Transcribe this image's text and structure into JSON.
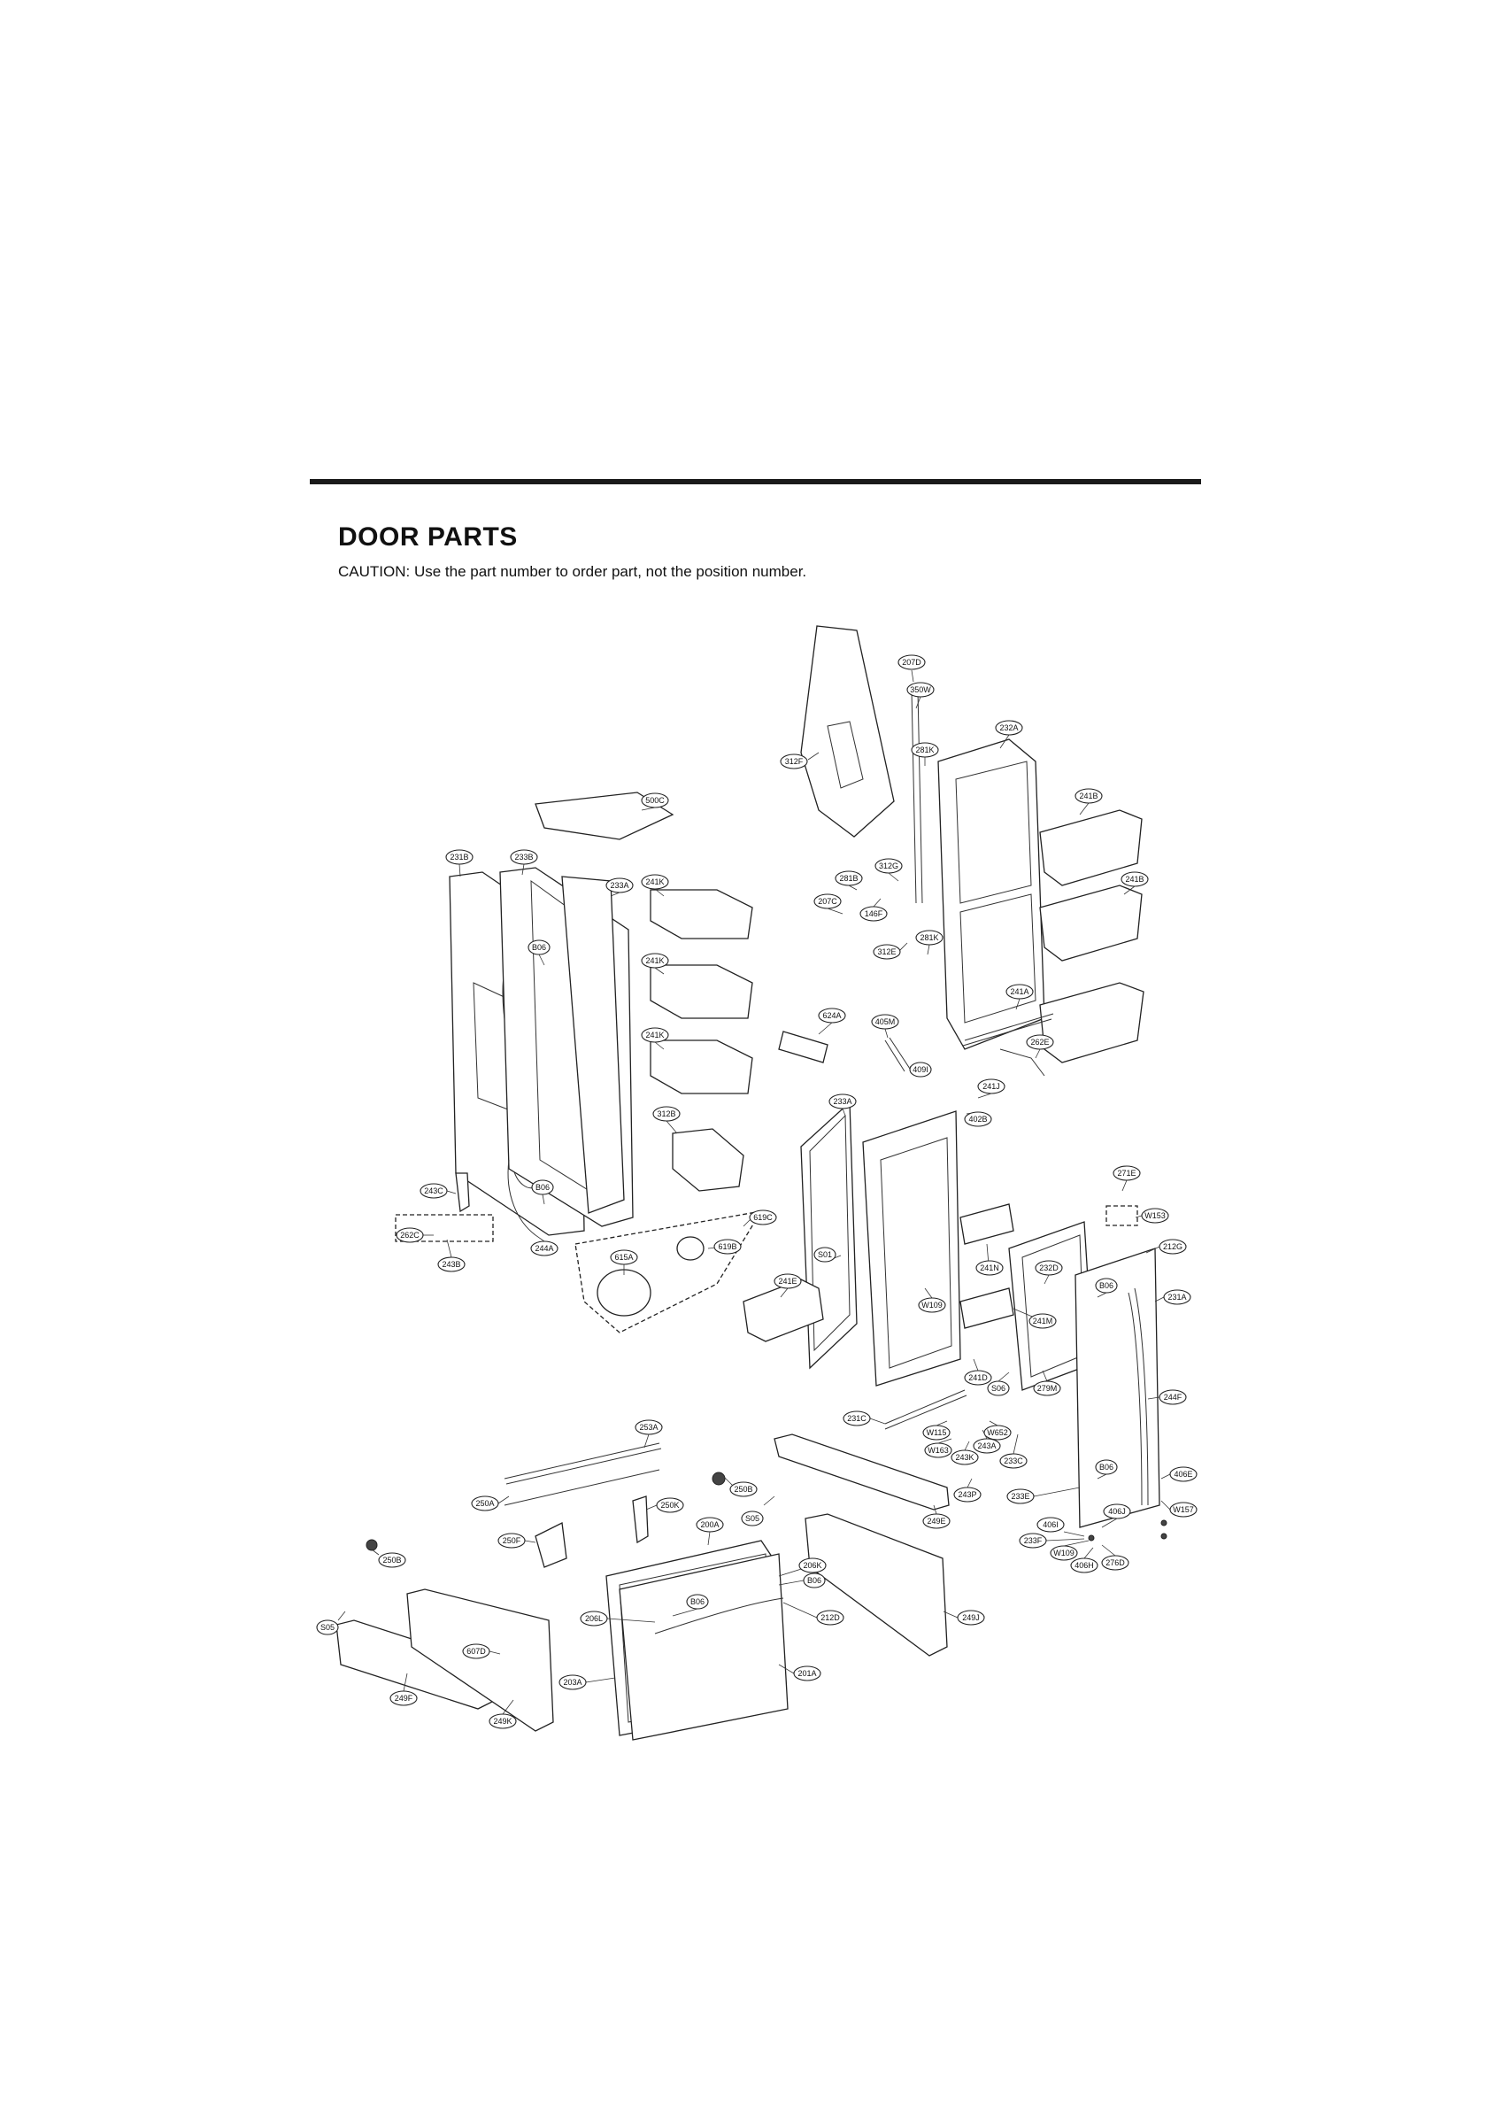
{
  "header": {
    "title": "DOOR PARTS",
    "caution": "CAUTION: Use the part number to order part, not the position number."
  },
  "labels": {
    "l207D": "207D",
    "l350W": "350W",
    "l232A": "232A",
    "l281K_a": "281K",
    "l312F": "312F",
    "l241B_a": "241B",
    "l500C": "500C",
    "l241B_b": "241B",
    "l231B": "231B",
    "l233B": "233B",
    "l312G": "312G",
    "l281B": "281B",
    "l207C": "207C",
    "l146F": "146F",
    "l233A_a": "233A",
    "l241K_a": "241K",
    "l281K_b": "281K",
    "l312E": "312E",
    "lB06_a": "B06",
    "l241K_b": "241K",
    "l241A": "241A",
    "l624A": "624A",
    "l405M": "405M",
    "l241K_c": "241K",
    "l262E": "262E",
    "l409I": "409I",
    "l241J": "241J",
    "l233A_b": "233A",
    "l402B": "402B",
    "l312B": "312B",
    "l271E": "271E",
    "l243C": "243C",
    "lB06_b": "B06",
    "l619C": "619C",
    "lW153": "W153",
    "l262C": "262C",
    "l244A": "244A",
    "l619B": "619B",
    "l212G": "212G",
    "l615A": "615A",
    "lS01": "S01",
    "l241N": "241N",
    "l232D": "232D",
    "l243B": "243B",
    "l241E": "241E",
    "lB06_c": "B06",
    "l231A": "231A",
    "lW109_a": "W109",
    "l241M": "241M",
    "l241D": "241D",
    "lS06": "S06",
    "l279M": "279M",
    "l244F": "244F",
    "l231C": "231C",
    "l253A": "253A",
    "lW115": "W115",
    "lW652": "W652",
    "lW163": "W163",
    "l243A": "243A",
    "l243K": "243K",
    "l233C": "233C",
    "lB06_d": "B06",
    "l406E": "406E",
    "l250B_a": "250B",
    "l243P": "243P",
    "l233E": "233E",
    "l250A": "250A",
    "l250K": "250K",
    "lW157": "W157",
    "lS05_a": "S05",
    "l249E": "249E",
    "l406J": "406J",
    "l200A": "200A",
    "l406I": "406I",
    "l250F": "250F",
    "l233F": "233F",
    "lW109_b": "W109",
    "l276D": "276D",
    "l250B_b": "250B",
    "l206K": "206K",
    "l406H": "406H",
    "lB06_e": "B06",
    "l206L": "206L",
    "lB06_f": "B06",
    "l212D": "212D",
    "l249J": "249J",
    "lS05_b": "S05",
    "l607D": "607D",
    "l201A": "201A",
    "l203A": "203A",
    "l249F": "249F",
    "l249K": "249K"
  }
}
